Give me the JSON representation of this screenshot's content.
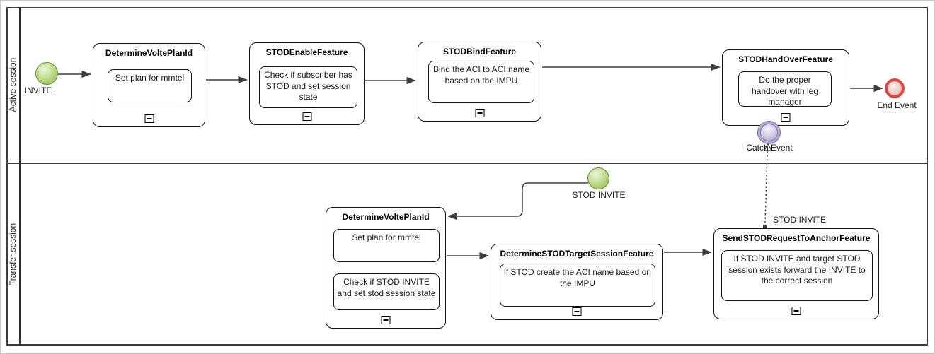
{
  "lanes": [
    {
      "label": "Active session"
    },
    {
      "label": "Transfer session"
    }
  ],
  "events": {
    "invite_start": {
      "label": "INVITE"
    },
    "end_event": {
      "label": "End Event"
    },
    "catch_event": {
      "label": "Catch Event"
    },
    "stod_invite_start": {
      "label": "STOD INVITE"
    }
  },
  "message_flow": {
    "label": "STOD INVITE"
  },
  "tasks": {
    "determine_volte_plan_top": {
      "title": "DetermineVoltePlanId",
      "notes": [
        "Set plan for mmtel"
      ]
    },
    "stod_enable_feature": {
      "title": "STODEnableFeature",
      "notes": [
        "Check if subscriber has STOD and set session state"
      ]
    },
    "stod_bind_feature": {
      "title": "STODBindFeature",
      "notes": [
        "Bind the ACI to ACI name based on the IMPU"
      ]
    },
    "stod_handover_feature": {
      "title": "STODHandOverFeature",
      "notes": [
        "Do the proper handover with leg manager"
      ]
    },
    "determine_volte_plan_transfer": {
      "title": "DetermineVoltePlanId",
      "notes": [
        "Set plan for mmtel",
        "Check if STOD INVITE and set stod session state"
      ]
    },
    "determine_stod_target_session_feature": {
      "title": "DetermineSTODTargetSessionFeature",
      "notes": [
        "if STOD create the ACI name based on the IMPU"
      ]
    },
    "send_stod_request_to_anchor_feature": {
      "title": "SendSTODRequestToAnchorFeature",
      "notes": [
        "If STOD INVITE and target STOD session exists forward the INVITE to the correct session"
      ]
    }
  },
  "colors": {
    "start_event_fill": "#a8cd64",
    "start_event_border": "#66903e",
    "end_event_ring": "#db4742",
    "end_event_fill": "#f6c3bb",
    "catch_event_ring": "#8678b0",
    "catch_event_fill": "#d6d0e8",
    "connector": "#3f3f3f"
  }
}
